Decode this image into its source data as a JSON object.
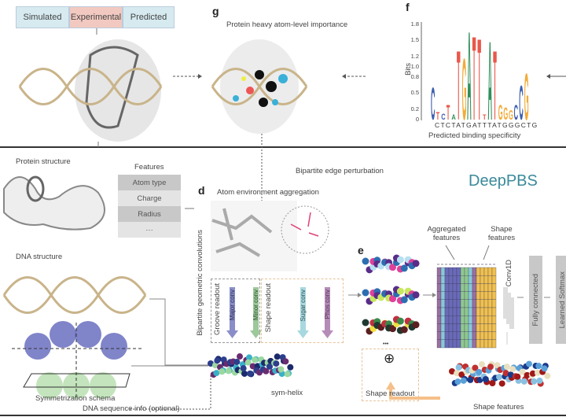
{
  "top": {
    "tabs": [
      {
        "label": "Simulated",
        "color": "#d6eaf0"
      },
      {
        "label": "Experimental",
        "color": "#f2c9c0"
      },
      {
        "label": "Predicted",
        "color": "#d6eaf0"
      }
    ],
    "panel_g": {
      "letter": "g",
      "title": "Protein heavy atom-level importance"
    },
    "panel_f": {
      "letter": "f",
      "ylabel": "Bits",
      "xlabel": "Predicted binding specificity",
      "yticks": [
        "1.8",
        "1.5",
        "1.2",
        "1.0",
        "0.8",
        "0.5",
        "0.2",
        "0"
      ],
      "sequence": "CTCTATGATTTATGGGCTG"
    }
  },
  "logo": {
    "colors": {
      "A": "#2f8f5a",
      "C": "#3c5fae",
      "G": "#f2ab3a",
      "T": "#e8584a"
    },
    "columns": [
      [
        "C",
        0.65
      ],
      [
        "T",
        0.15
      ],
      [
        "C",
        0.12
      ],
      [
        "T",
        0.3
      ],
      [
        "A",
        0.1
      ],
      [
        "T",
        1.4
      ],
      [
        "G",
        1.25
      ],
      [
        "A",
        1.8
      ],
      [
        "T",
        1.7
      ],
      [
        "T",
        1.65
      ],
      [
        "T",
        0.1
      ],
      [
        "A",
        1.6
      ],
      [
        "T",
        1.4
      ],
      [
        "G",
        0.3
      ],
      [
        "G",
        0.25
      ],
      [
        "G",
        0.2
      ],
      [
        "C",
        0.3
      ],
      [
        "C",
        0.7
      ],
      [
        "G",
        0.95
      ]
    ]
  },
  "bottom": {
    "protein_structure": "Protein structure",
    "features_title": "Features",
    "features": [
      "Atom type",
      "Charge",
      "Radius",
      "···"
    ],
    "edge_perturbation": "Bipartite edge perturbation",
    "brand": "DeepPBS",
    "brand_color": "#3a8a9a",
    "panel_d": {
      "letter": "d",
      "title": "Atom environment aggregation"
    },
    "dna_structure": "DNA structure",
    "bipartite_conv": "Bipartite geometric convolutions",
    "groove_readout": "Groove readout",
    "major_conv": "Major conv",
    "minor_conv": "Minor conv",
    "shape_readout": "Shape readout",
    "sugar_conv": "Sugar conv",
    "phos_conv": "Phos conv",
    "sym_helix": "sym-helix",
    "symmetrization": "Symmetrization schema",
    "dna_seq_info": "DNA sequence info (optional)",
    "panel_e": {
      "letter": "e"
    },
    "aggregated_features": "Aggregated features",
    "shape_features_label": "Shape features",
    "conv1d": "Conv1D",
    "fully_connected": "Fully connected",
    "learned_softmax": "Learned Softmax",
    "shape_readout_box": "Shape readout",
    "plus_symbol": "⊕",
    "ellipsis": "•••",
    "shape_features_caption": "Shape features"
  }
}
